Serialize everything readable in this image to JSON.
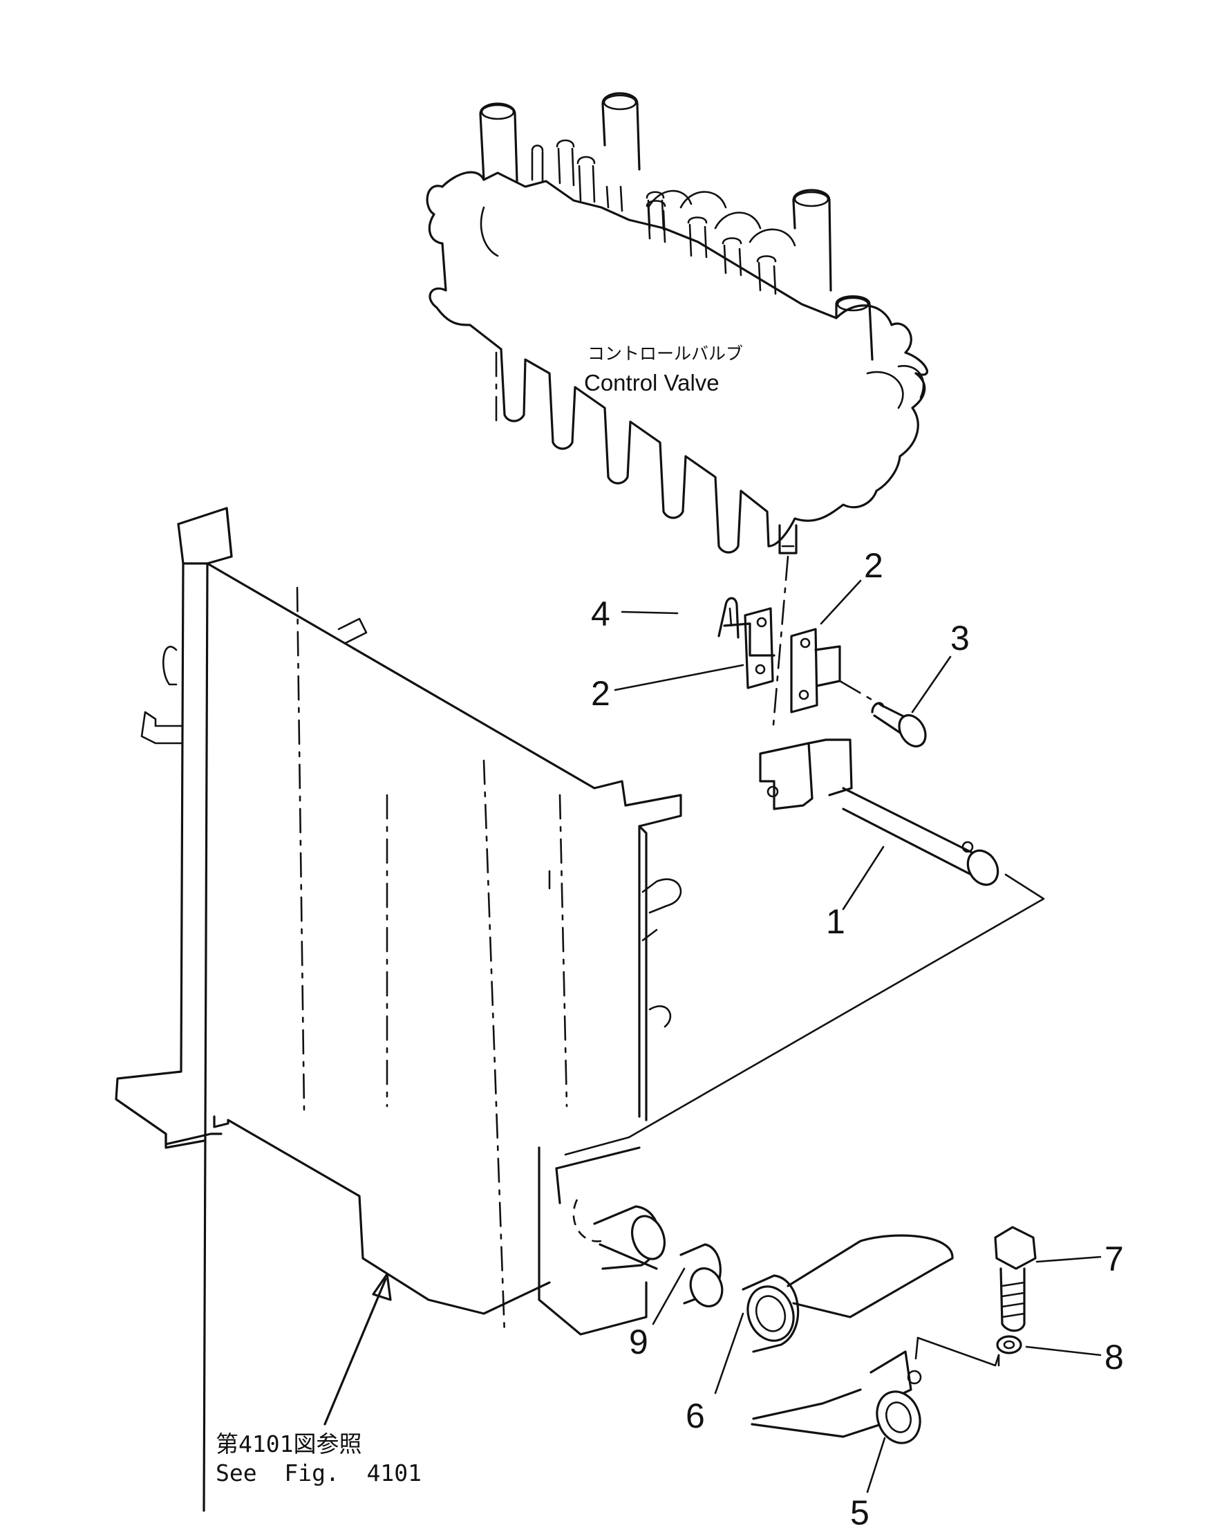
{
  "component_label": {
    "japanese": "コントロールバルブ",
    "english": "Control Valve"
  },
  "reference_note": {
    "japanese": "第4101図参照",
    "english": "See  Fig.  4101"
  },
  "part_callouts": [
    {
      "id": "callout-1",
      "number": "1"
    },
    {
      "id": "callout-2-upper",
      "number": "2"
    },
    {
      "id": "callout-2-lower",
      "number": "2"
    },
    {
      "id": "callout-3",
      "number": "3"
    },
    {
      "id": "callout-4",
      "number": "4"
    },
    {
      "id": "callout-5",
      "number": "5"
    },
    {
      "id": "callout-6",
      "number": "6"
    },
    {
      "id": "callout-7",
      "number": "7"
    },
    {
      "id": "callout-8",
      "number": "8"
    },
    {
      "id": "callout-9",
      "number": "9"
    }
  ]
}
